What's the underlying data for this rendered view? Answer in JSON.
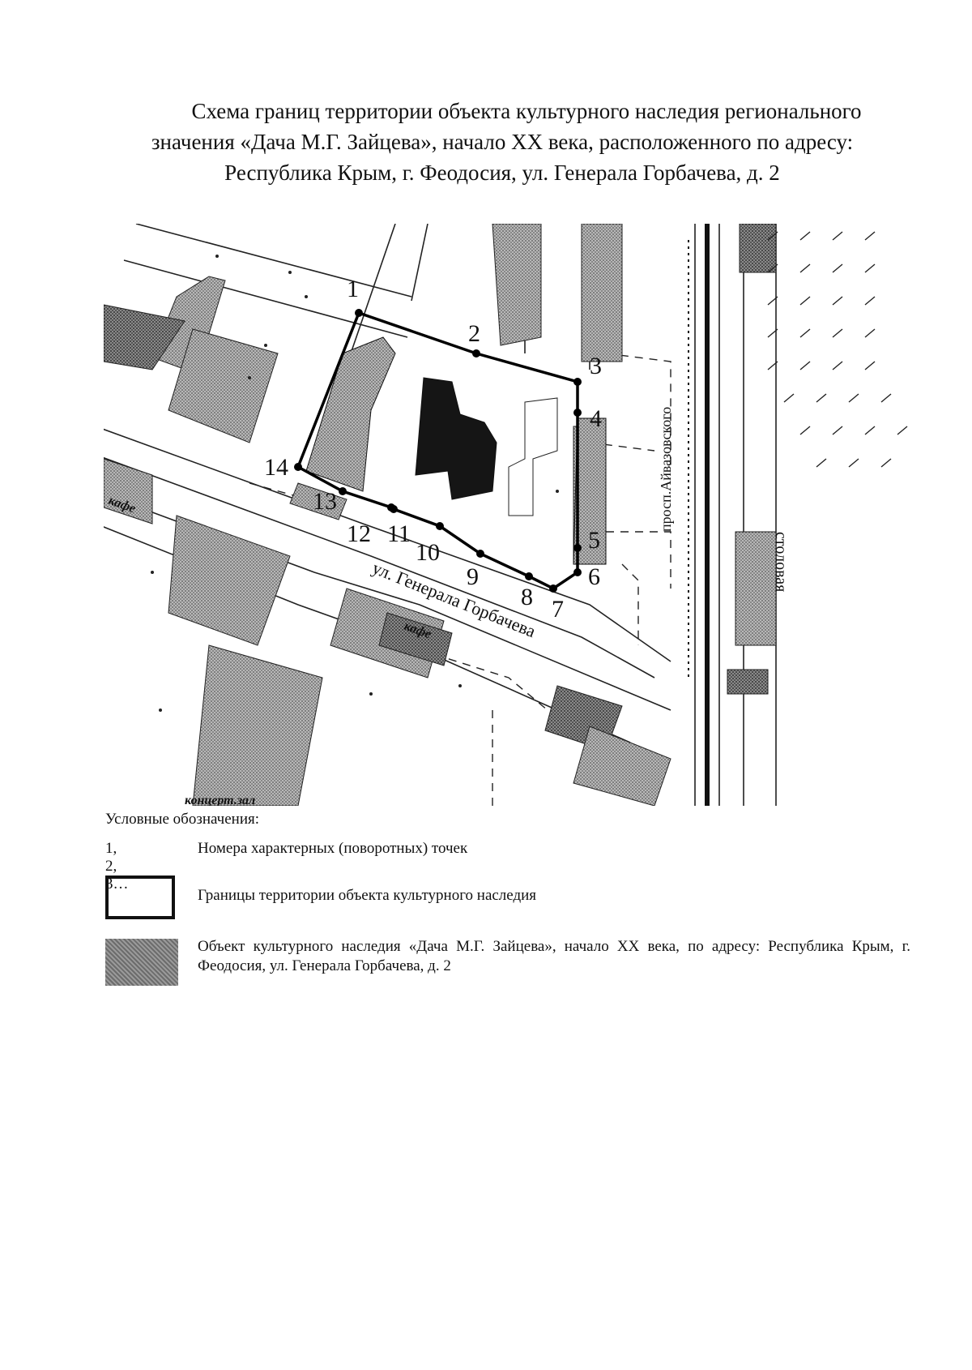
{
  "title": {
    "line1": "Схема границ территории объекта культурного наследия регионального",
    "line2": "значения «Дача М.Г. Зайцева», начало XX века, расположенного по адресу:",
    "line3": "Республика Крым, г. Феодосия, ул. Генерала Горбачева, д. 2"
  },
  "map": {
    "street_main": "ул. Генерала Горбачева",
    "street_avenue": "просп.Айвазовского",
    "label_stolovaya": "столовая",
    "label_kafe": "кафе",
    "label_kafe2": "кафе",
    "label_bottom": "концерт.зал",
    "point_labels": [
      "1",
      "2",
      "3",
      "4",
      "5",
      "6",
      "7",
      "8",
      "9",
      "10",
      "11",
      "12",
      "13",
      "14"
    ]
  },
  "legend": {
    "title": "Условные обозначения:",
    "items": [
      {
        "symbol": "1, 2, 3…",
        "text": "Номера характерных (поворотных) точек"
      },
      {
        "text": "Границы территории объекта культурного наследия"
      },
      {
        "text": "Объект культурного наследия «Дача М.Г. Зайцева», начало XX века, по адресу: Республика Крым, г. Феодосия, ул. Генерала Горбачева, д. 2"
      }
    ]
  }
}
